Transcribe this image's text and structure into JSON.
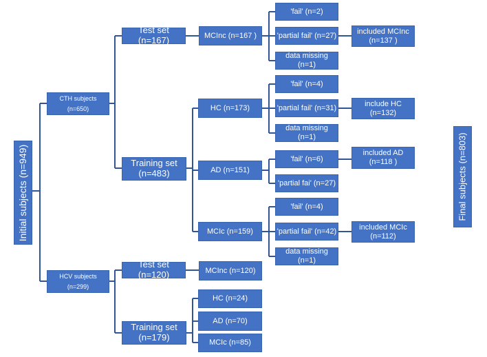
{
  "initial": "Initial subjects (n=949)",
  "final": "Final subjects (n=803)",
  "cth": {
    "title": "CTH subjects",
    "count": "(n=650)"
  },
  "hcv": {
    "title": "HCV subjects",
    "count": "(n=299)"
  },
  "cth_test": "Test set (n=167)",
  "cth_train": {
    "line1": "Training set",
    "line2": "(n=483)"
  },
  "hcv_test": "Test set (n=120)",
  "hcv_train": {
    "line1": "Training set",
    "line2": "(n=179)"
  },
  "groups": {
    "mcinc_cth": "MCInc (n=167 )",
    "hc_cth": "HC (n=173)",
    "ad_cth": "AD (n=151)",
    "mcic_cth": "MCIc (n=159)",
    "mcinc_hcv": "MCInc (n=120)",
    "hc_hcv": "HC (n=24)",
    "ad_hcv": "AD (n=70)",
    "mcic_hcv": "MCIc (n=85)"
  },
  "qc": {
    "mcinc_fail": "'fail' (n=2)",
    "mcinc_partial": "'partial fail' (n=27)",
    "mcinc_missing": "data missing (n=1)",
    "hc_fail": "'fail' (n=4)",
    "hc_partial": "'partial fail' (n=31)",
    "hc_missing": "data missing (n=1)",
    "ad_fail": "'fail' (n=6)",
    "ad_partial": "'partial fai' (n=27)",
    "mcic_fail": "'fail' (n=4)",
    "mcic_partial": "'partial fail' (n=42)",
    "mcic_missing": "data missing (n=1)"
  },
  "included": {
    "mcinc": {
      "line1": "included MCInc",
      "line2": "(n=137 )"
    },
    "hc": {
      "line1": "include HC",
      "line2": "(n=132)"
    },
    "ad": {
      "line1": "included AD",
      "line2": "(n=118 )"
    },
    "mcic": {
      "line1": "included MCIc",
      "line2": "(n=112)"
    }
  },
  "colors": {
    "box": "#4472c4",
    "line": "#2f5597",
    "text": "#ffffff"
  }
}
